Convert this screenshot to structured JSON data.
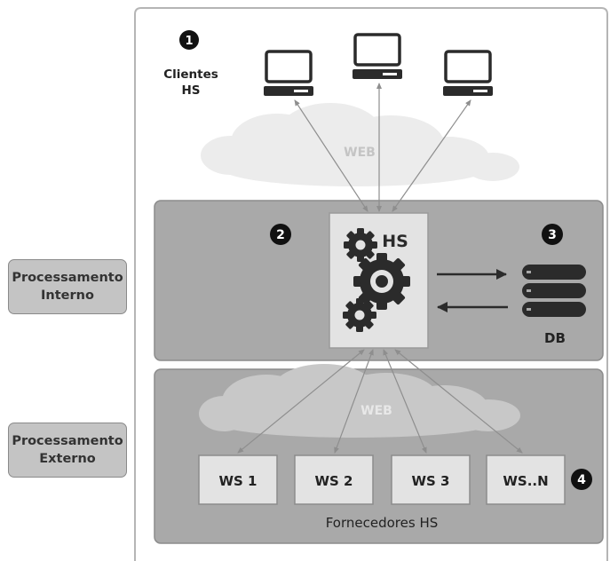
{
  "clients": {
    "number": "1",
    "label_line1": "Clientes",
    "label_line2": "HS"
  },
  "web_top": {
    "label": "WEB"
  },
  "internal": {
    "left_number": "2",
    "hs_label": "HS",
    "db_number": "3",
    "db_label": "DB"
  },
  "web_bottom": {
    "label": "WEB"
  },
  "providers": {
    "number": "4",
    "services": [
      "WS 1",
      "WS 2",
      "WS 3",
      "WS..N"
    ],
    "caption": "Fornecedores HS"
  },
  "side_labels": {
    "internal": "Processamento\nInterno",
    "external": "Processamento\nExterno"
  },
  "icons": [
    "monitor-icon",
    "gear-icon",
    "database-icon",
    "cloud-icon",
    "arrow-icon"
  ],
  "colors": {
    "outer_border": "#b5b5b5",
    "panel": "#a9a9a9",
    "panel_border": "#8c8c8c",
    "hs_box": "#e3e3e3",
    "cloud": "#ececec",
    "icon_dark": "#2b2b2b",
    "arrow_grey": "#8e8e8e"
  }
}
